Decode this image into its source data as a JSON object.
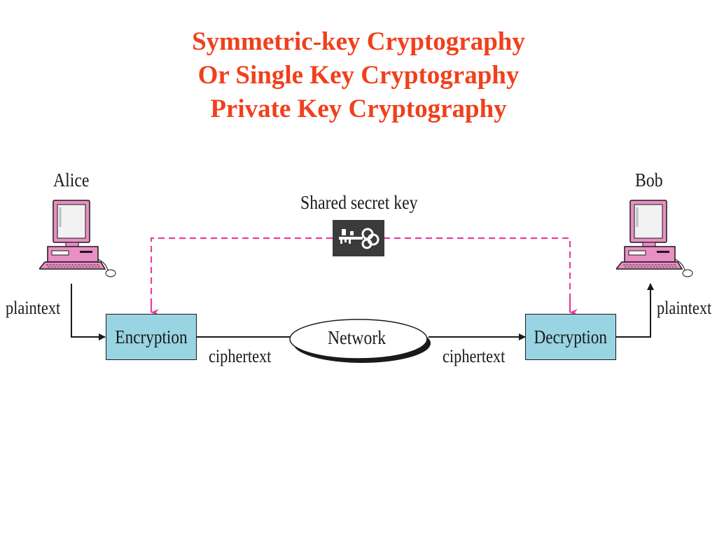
{
  "title": {
    "lines": [
      "Symmetric-key Cryptography",
      "Or Single Key Cryptography",
      "Private Key Cryptography"
    ],
    "color": "#f0401c"
  },
  "diagram": {
    "sender": {
      "name": "Alice",
      "icon": "desktop-computer-icon",
      "input_label": "plaintext"
    },
    "receiver": {
      "name": "Bob",
      "icon": "desktop-computer-icon",
      "output_label": "plaintext"
    },
    "shared_key": {
      "label": "Shared secret key",
      "icon": "key-icon"
    },
    "encryption_box": "Encryption",
    "decryption_box": "Decryption",
    "network": "Network",
    "ciphertext_left": "ciphertext",
    "ciphertext_right": "ciphertext",
    "colors": {
      "box_fill": "#99d4e2",
      "key_line": "#e8409a",
      "computer_body": "#e98fc4"
    }
  }
}
